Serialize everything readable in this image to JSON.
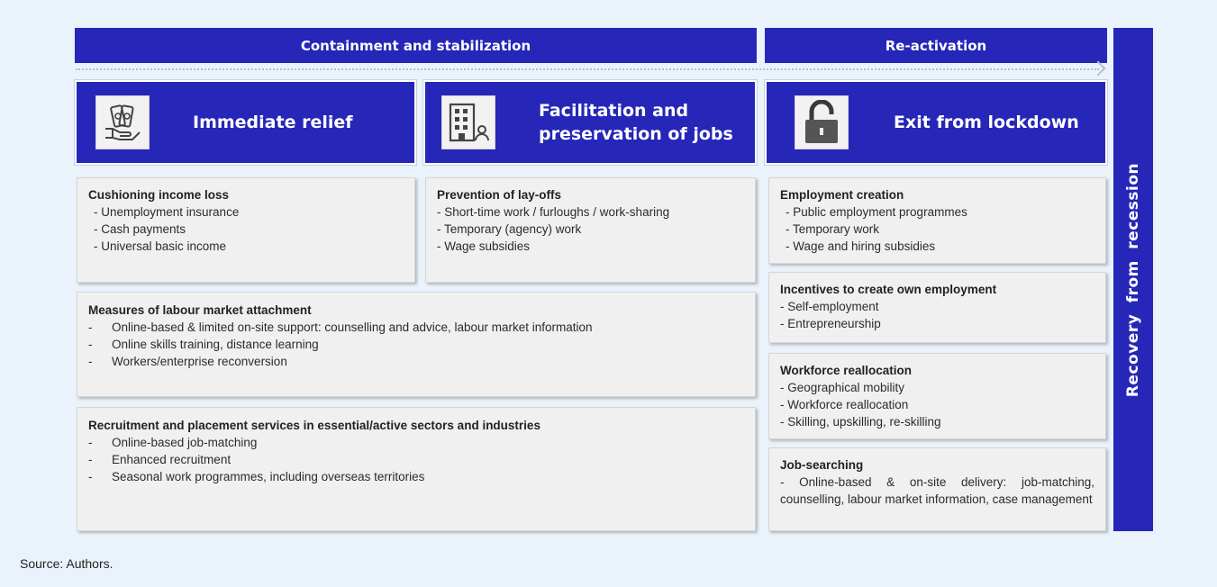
{
  "phases": {
    "containment": "Containment and stabilization",
    "reactivation": "Re-activation"
  },
  "side_label": "Recovery  from recession",
  "pillars": [
    {
      "title": "Immediate relief",
      "icon": "hand-money-icon"
    },
    {
      "title_line1": "Facilitation and",
      "title_line2": "preservation of jobs",
      "icon": "building-person-icon"
    },
    {
      "title": "Exit from lockdown",
      "icon": "unlocked-padlock-icon"
    }
  ],
  "cards": {
    "cushioning": {
      "heading": "Cushioning income loss",
      "items": [
        "- Unemployment insurance",
        "- Cash payments",
        "- Universal basic income"
      ]
    },
    "prevention": {
      "heading": "Prevention of lay-offs",
      "items": [
        "- Short-time work / furloughs / work-sharing",
        "- Temporary (agency) work",
        "- Wage subsidies"
      ]
    },
    "attachment": {
      "heading": "Measures of labour market attachment",
      "items": [
        "Online-based & limited on-site support: counselling and advice, labour market information",
        "Online skills training, distance learning",
        "Workers/enterprise reconversion"
      ]
    },
    "recruitment": {
      "heading": "Recruitment and placement services in essential/active sectors and industries",
      "items": [
        "Online-based job-matching",
        "Enhanced recruitment",
        "Seasonal work programmes, including overseas territories"
      ]
    },
    "employment_creation": {
      "heading": "Employment creation",
      "items": [
        "- Public employment programmes",
        "- Temporary work",
        "- Wage and hiring subsidies"
      ]
    },
    "incentives": {
      "heading": "Incentives to create own employment",
      "items": [
        "- Self-employment",
        "- Entrepreneurship"
      ]
    },
    "reallocation": {
      "heading": "Workforce reallocation",
      "items": [
        "- Geographical mobility",
        "- Workforce reallocation",
        "-  Skilling, upskilling, re-skilling"
      ]
    },
    "job_searching": {
      "heading": "Job-searching",
      "text": "- Online-based & on-site delivery: job-matching, counselling, labour market information, case management"
    }
  },
  "dash_marker": "-",
  "source": "Source: Authors."
}
